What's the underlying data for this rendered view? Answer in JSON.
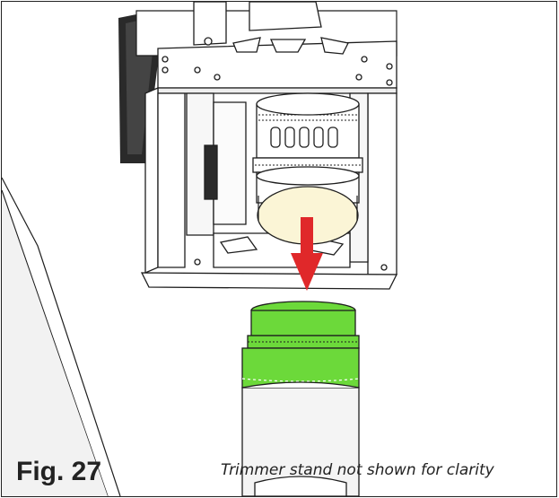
{
  "figure": {
    "label": "Fig. 27",
    "caption": "Trimmer stand not shown for clarity"
  },
  "colors": {
    "adapter_green": "#6CD93A",
    "arrow_red": "#E0282A",
    "line_dark": "#1E1E1E",
    "fill_light": "#F4F4F4",
    "lens_cream": "#FBF5D6"
  },
  "illustration": {
    "parts": [
      "trimmer-housing",
      "motor-cylinder",
      "green-adapter",
      "dust-hose",
      "downward-arrow"
    ]
  }
}
